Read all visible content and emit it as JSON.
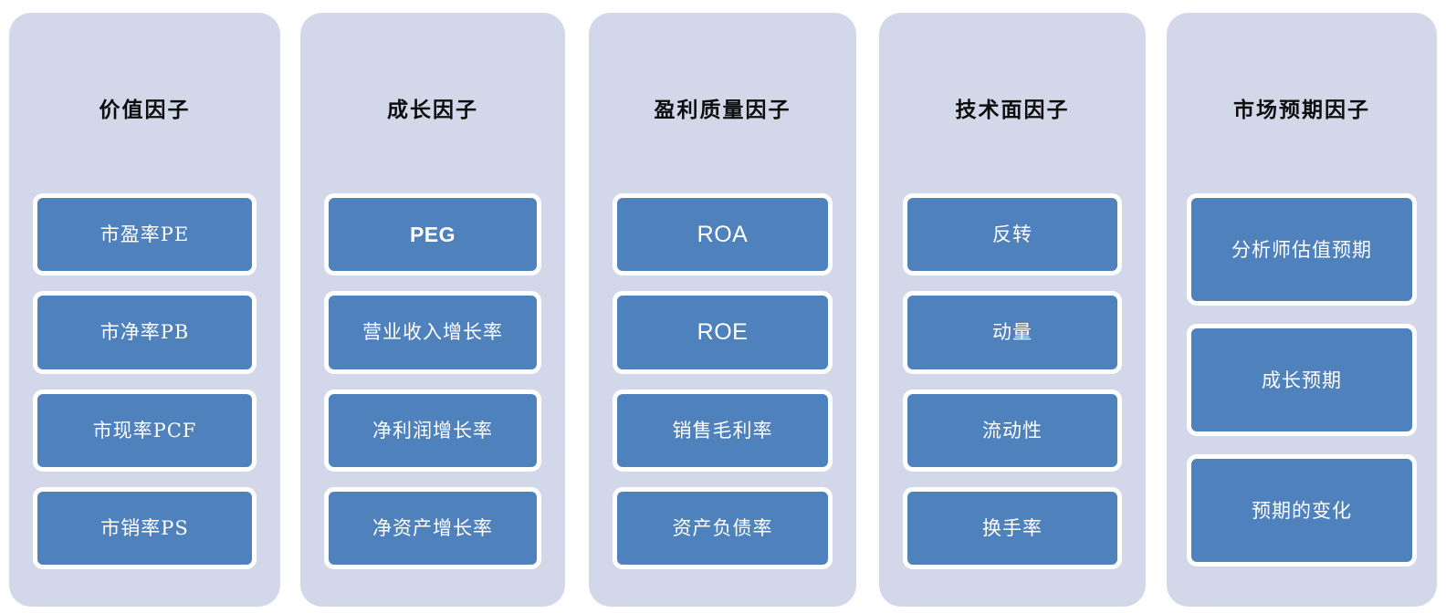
{
  "theme": {
    "background": "#ffffff",
    "panel_fill": "#d2d8e9",
    "box_fill": "#4f81bd",
    "box_border": "#ffffff",
    "title_color": "#0d0d0d",
    "box_text_color": "#ffffff"
  },
  "columns": [
    {
      "title": "价值因子",
      "items": [
        {
          "label": "市盈率PE",
          "style": "mixed"
        },
        {
          "label": "市净率PB",
          "style": "mixed"
        },
        {
          "label": "市现率PCF",
          "style": "mixed"
        },
        {
          "label": "市销率PS",
          "style": "mixed"
        }
      ]
    },
    {
      "title": "成长因子",
      "items": [
        {
          "label": "PEG",
          "style": "latin-bold"
        },
        {
          "label": "营业收入增长率",
          "style": "mixed"
        },
        {
          "label": "净利润增长率",
          "style": "mixed"
        },
        {
          "label": "净资产增长率",
          "style": "mixed"
        }
      ]
    },
    {
      "title": "盈利质量因子",
      "items": [
        {
          "label": "ROA",
          "style": "latin"
        },
        {
          "label": "ROE",
          "style": "latin"
        },
        {
          "label": "销售毛利率",
          "style": "mixed"
        },
        {
          "label": "资产负债率",
          "style": "mixed"
        }
      ]
    },
    {
      "title": "技术面因子",
      "items": [
        {
          "label": "反转",
          "style": "mixed"
        },
        {
          "label": "动量",
          "style": "mixed"
        },
        {
          "label": "流动性",
          "style": "mixed"
        },
        {
          "label": "换手率",
          "style": "mixed"
        }
      ]
    },
    {
      "title": "市场预期因子",
      "items": [
        {
          "label": "分析师估值预期",
          "style": "mixed"
        },
        {
          "label": "成长预期",
          "style": "mixed"
        },
        {
          "label": "预期的变化",
          "style": "mixed"
        }
      ]
    }
  ]
}
